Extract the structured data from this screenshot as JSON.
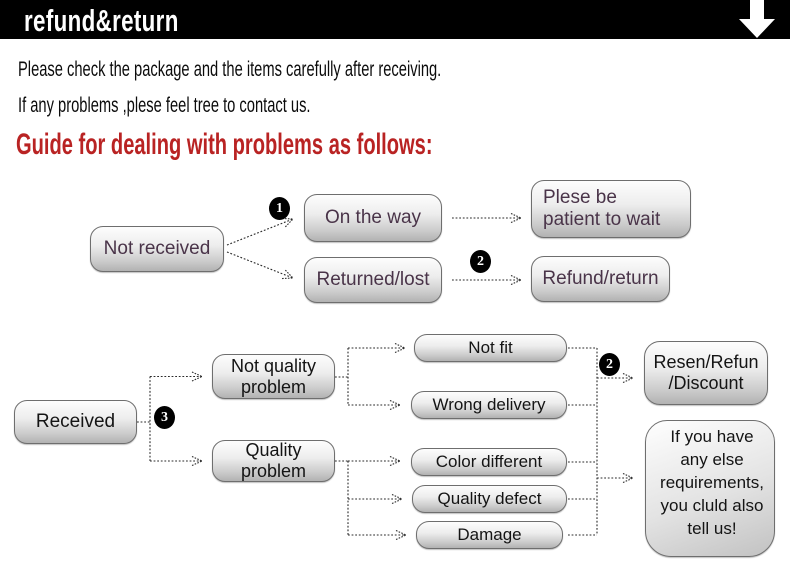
{
  "header": {
    "title": "refund&return"
  },
  "intro": {
    "line1": "Please check the package and the items carefully after receiving.",
    "line2": "If any problems ,plese feel tree to contact us."
  },
  "guide_heading": "Guide for dealing with problems as follows:",
  "colors": {
    "header_bg": "#000000",
    "heading_red": "#b92323",
    "flow1_text_purple": "#4a3449",
    "flow2_text_black": "#141414",
    "node_border": "#6e6e6e",
    "node_fill_top": "#fdfdfd",
    "node_fill_bottom": "#b2b2b2",
    "badge_bg": "#000000",
    "badge_text": "#ffffff"
  },
  "icons": {
    "header_arrow": "down-arrow-icon"
  },
  "flow1": {
    "not_received": "Not received",
    "badge_1": "1",
    "on_the_way": "On the way",
    "plese_be_patient": "Plese be\npatient to wait",
    "returned_lost": "Returned/lost",
    "badge_2": "2",
    "refund_return": "Refund/return"
  },
  "flow2": {
    "received": "Received",
    "badge_3": "3",
    "not_quality_problem": "Not quality\nproblem",
    "quality_problem": "Quality\nproblem",
    "not_fit": "Not fit",
    "wrong_delivery": "Wrong delivery",
    "badge_2": "2",
    "resen_refun_discount": "Resen/Refun\n/Discount",
    "color_different": "Color different",
    "quality_defect": "Quality defect",
    "damage": "Damage",
    "note": "If you have\nany else\nrequirements,\nyou cluld also\ntell us!"
  }
}
